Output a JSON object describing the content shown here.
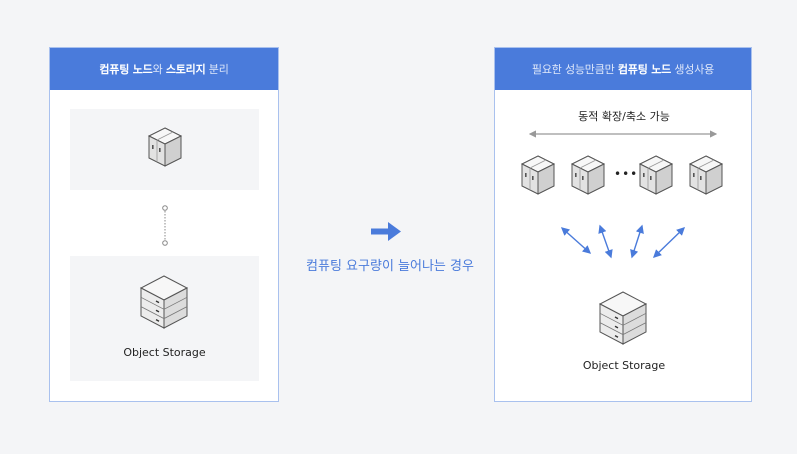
{
  "left_panel": {
    "header": {
      "parts": [
        {
          "text": "컴퓨팅 노드",
          "bold": true
        },
        {
          "text": "와 ",
          "bold": false
        },
        {
          "text": "스토리지",
          "bold": true
        },
        {
          "text": " 분리",
          "bold": false
        }
      ]
    },
    "compute_node_icon": "server-icon",
    "connector_icon": "dotted-link-icon",
    "storage": {
      "icon": "storage-stack-icon",
      "label": "Object Storage"
    }
  },
  "middle": {
    "arrow_icon": "arrow-right-icon",
    "caption": "컴퓨팅 요구량이 늘어나는 경우"
  },
  "right_panel": {
    "header": {
      "parts": [
        {
          "text": "필요한 성능만큼만 ",
          "bold": false
        },
        {
          "text": "컴퓨팅 노드",
          "bold": true
        },
        {
          "text": " 생성사용",
          "bold": false
        }
      ]
    },
    "scaling_label": "동적 확장/축소 가능",
    "compute_nodes_count_visible": 4,
    "ellipsis": "•••",
    "storage": {
      "icon": "storage-stack-icon",
      "label": "Object Storage"
    }
  },
  "colors": {
    "accent": "#4a7bdb",
    "panel_border": "#a9c1ee",
    "background": "#f4f5f7"
  }
}
